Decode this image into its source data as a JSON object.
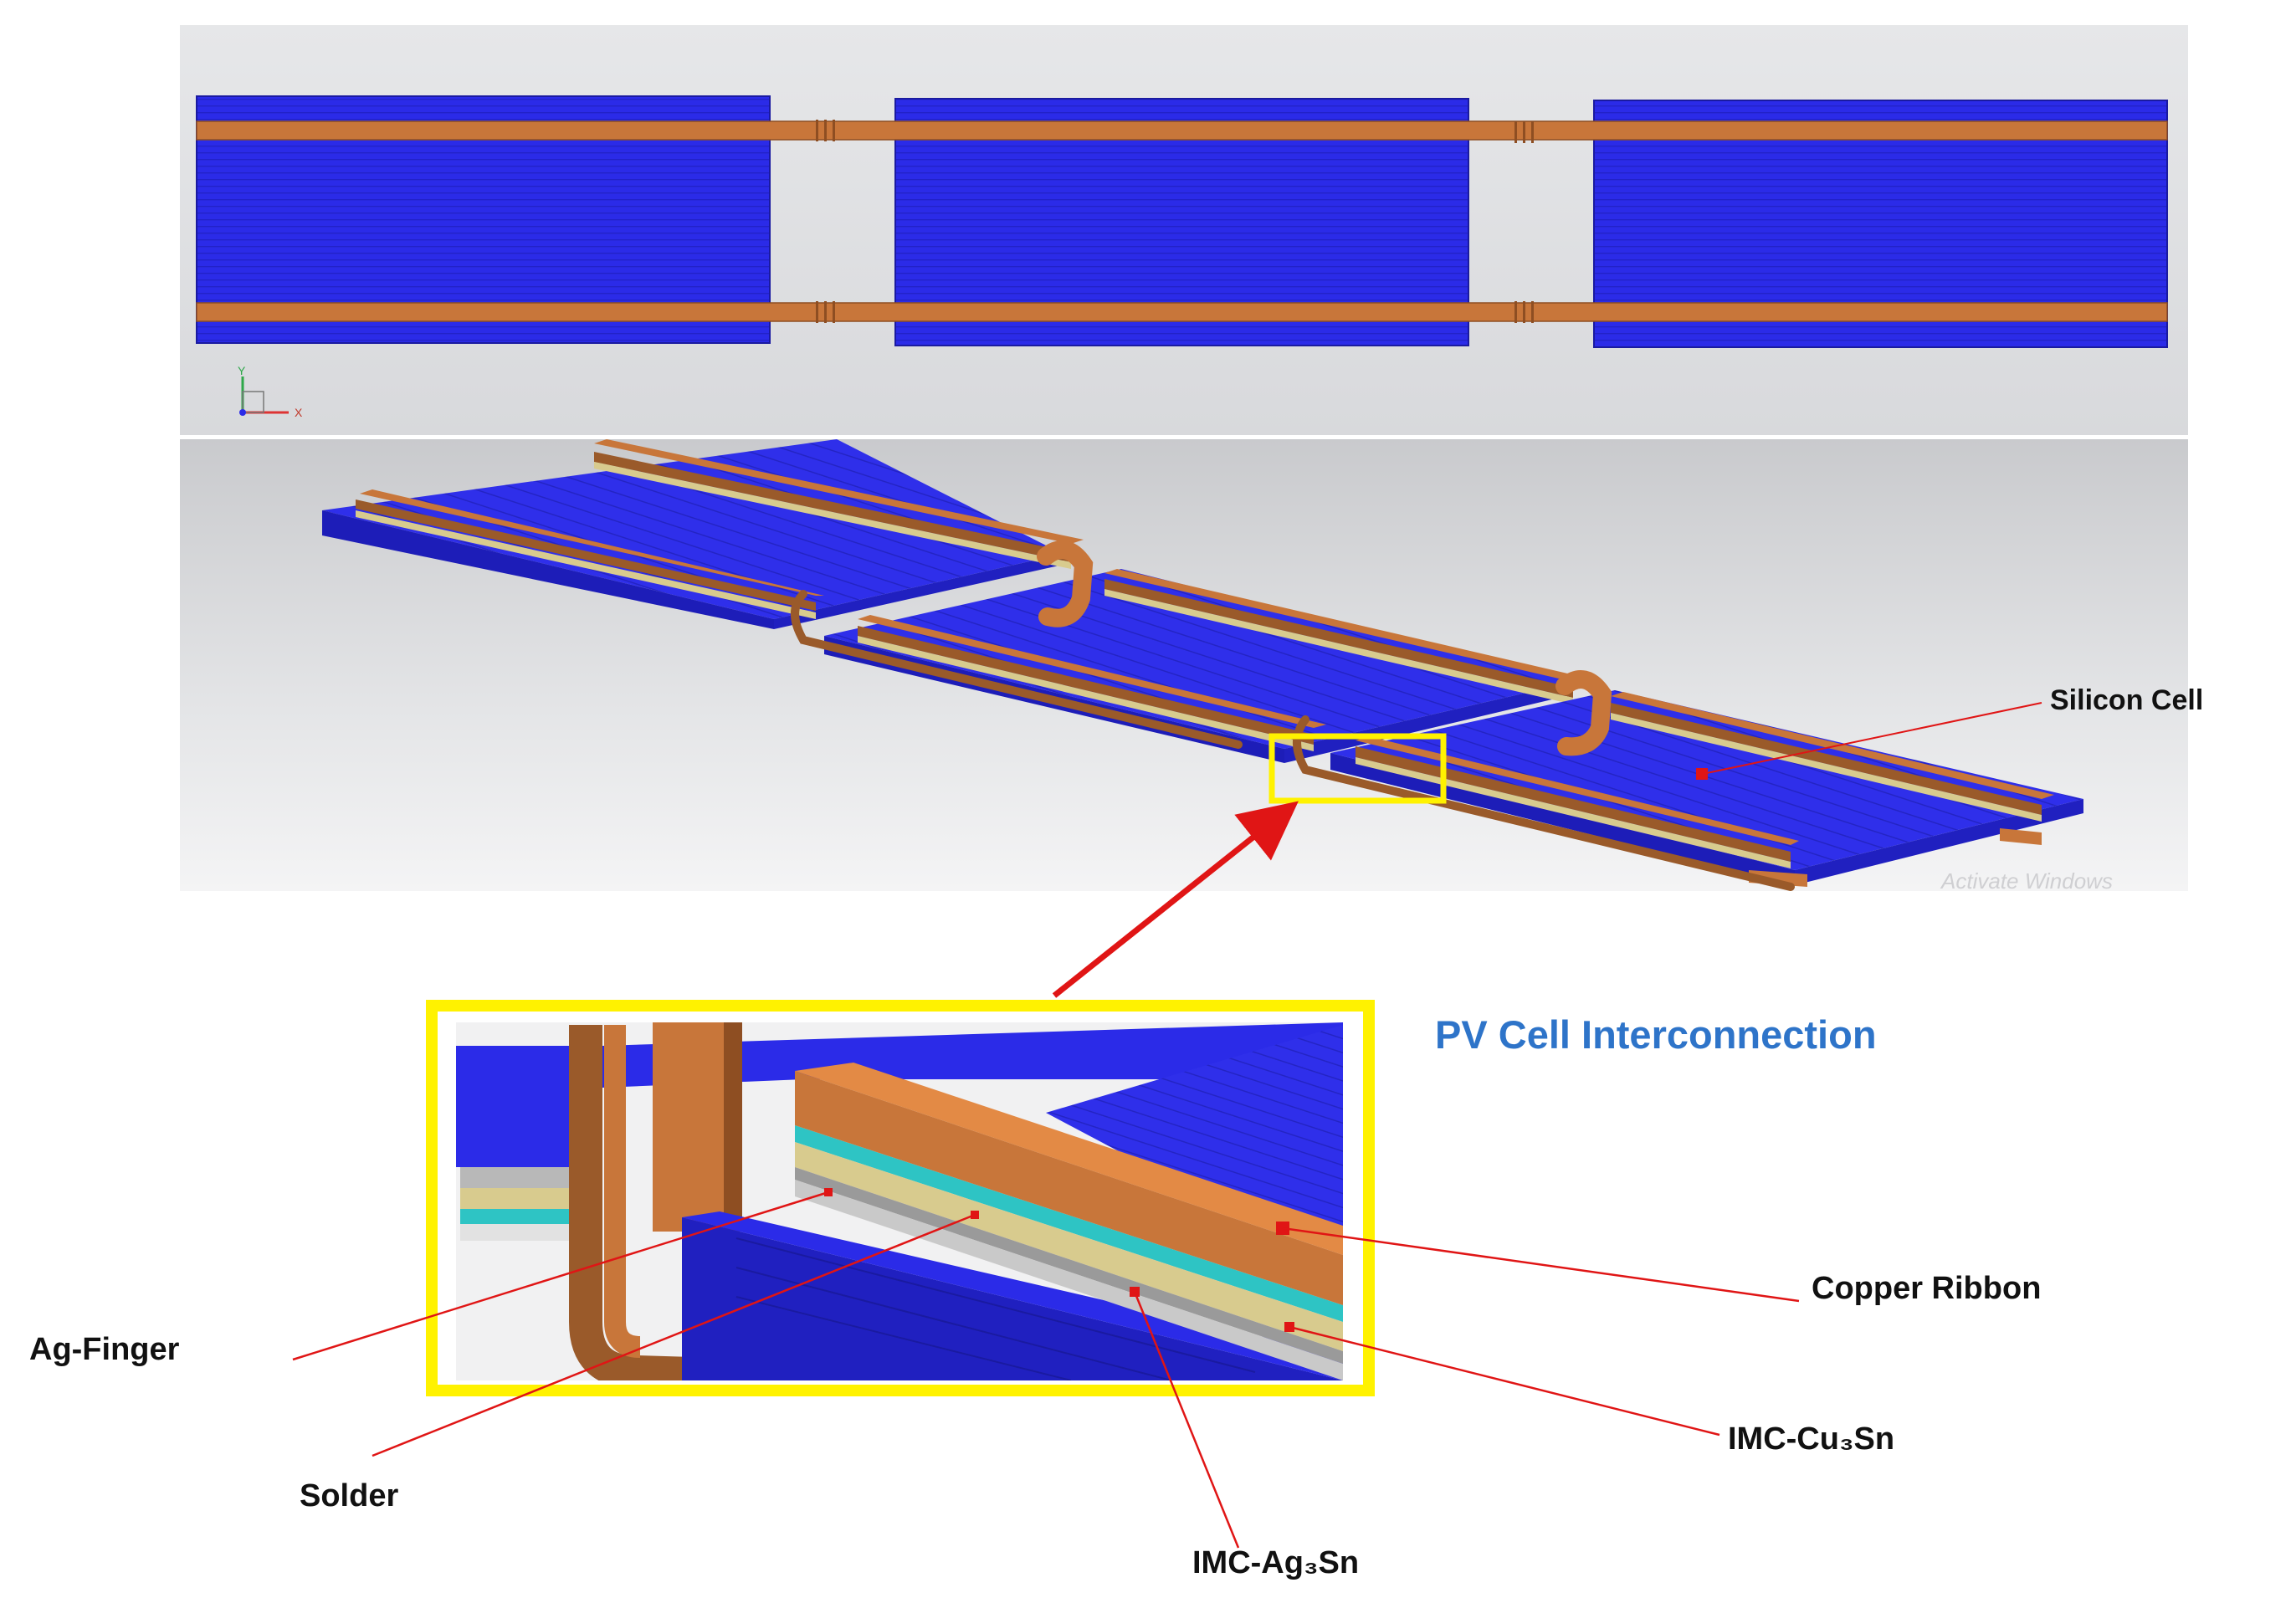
{
  "title": "PV Cell Interconnection",
  "labels": {
    "silicon_cell": "Silicon Cell",
    "copper_ribbon": "Copper Ribbon",
    "ag_finger": "Ag-Finger",
    "solder": "Solder",
    "imc_cu3sn": "IMC-Cu₃Sn",
    "imc_ag3sn": "IMC-Ag₃Sn"
  },
  "axis_triad": {
    "y": "Y",
    "x": "X"
  },
  "watermark": "Activate Windows",
  "colors": {
    "cell_blue": "#2B2BE8",
    "cell_blue_dark": "#1D1DB8",
    "copper": "#C8763A",
    "copper_dark": "#8E4E22",
    "solder": "#D8CB8E",
    "imc_cu3sn": "#2EC4C4",
    "ag_finger": "#9A9A9A",
    "highlight_yellow": "#FFF200",
    "leader_red": "#E01515",
    "title_blue": "#2E74C9"
  }
}
